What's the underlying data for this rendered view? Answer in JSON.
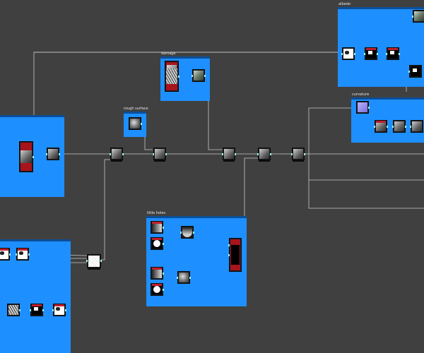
{
  "frames": {
    "albedo": {
      "title": "albedo"
    },
    "damage": {
      "title": "damage"
    },
    "rough_surface": {
      "title": "rough surface"
    },
    "curvature": {
      "title": "curvature"
    },
    "little_holes": {
      "title": "little holes"
    },
    "left_mid": {
      "title": ""
    },
    "left_bottom": {
      "title": ""
    }
  },
  "colors": {
    "background": "#404040",
    "frame": "#1e8fff",
    "frame_header": "#0b4f99",
    "wire": "#c8c8c8",
    "node_body": "#1a1a1a",
    "accent_red": "#a8141c"
  },
  "icons": {
    "node_thumbnail": "texture-preview-icon"
  }
}
